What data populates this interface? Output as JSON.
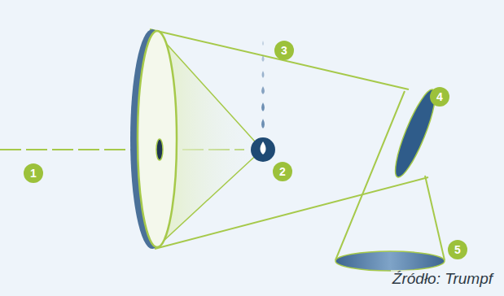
{
  "diagram": {
    "labels": [
      "1",
      "2",
      "3",
      "4",
      "5",
      "Źródło: Trumpf"
    ]
  }
}
